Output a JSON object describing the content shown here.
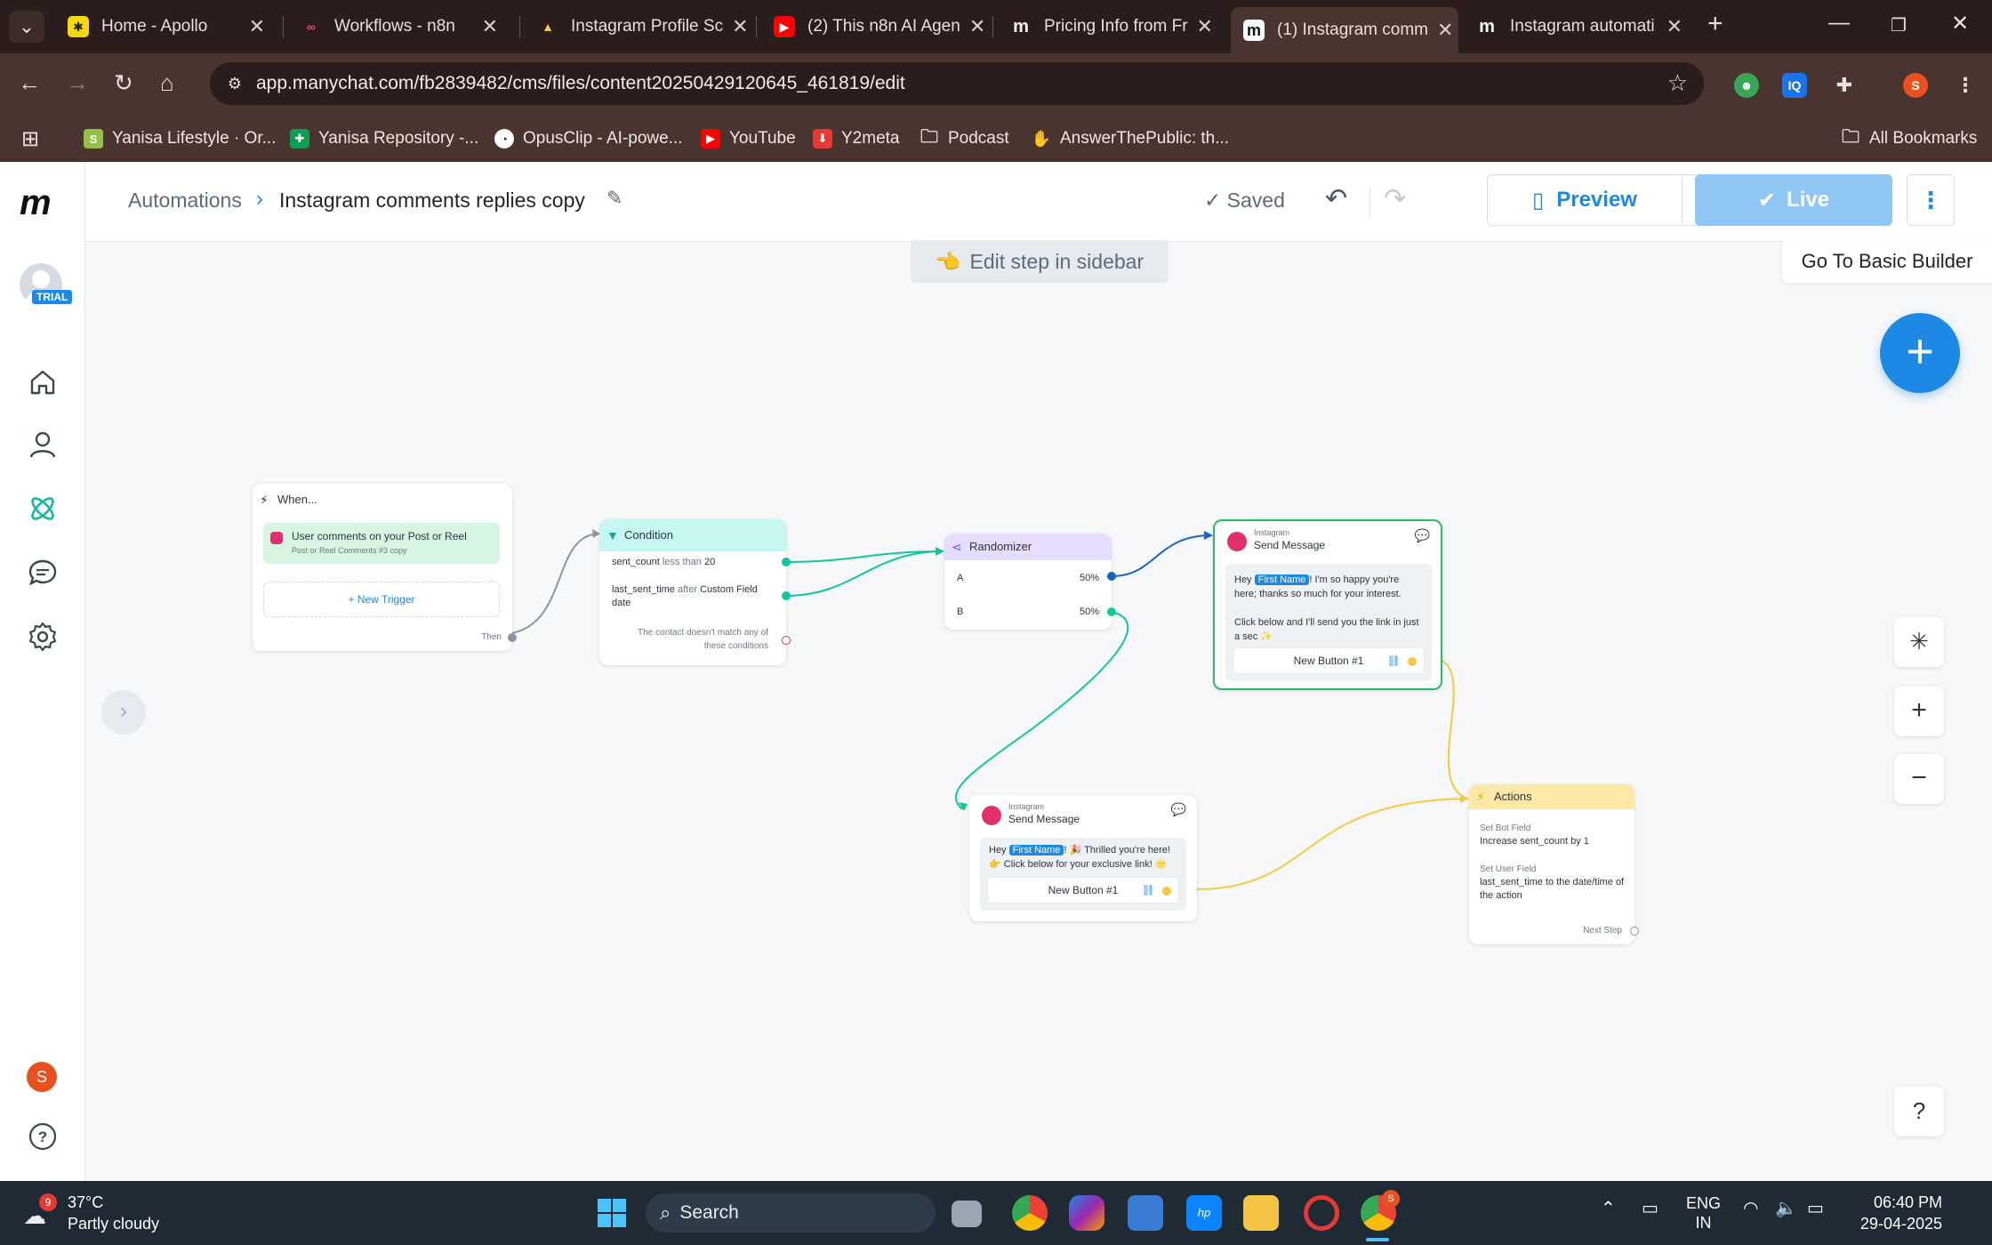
{
  "browser": {
    "tabs": [
      {
        "title": "Home - Apollo",
        "active": false
      },
      {
        "title": "Workflows - n8n",
        "active": false
      },
      {
        "title": "Instagram Profile Sc",
        "active": false
      },
      {
        "title": "(2) This n8n AI Agen",
        "active": false
      },
      {
        "title": "Pricing Info from Fr",
        "active": false
      },
      {
        "title": "(1) Instagram comm",
        "active": true
      },
      {
        "title": "Instagram automati",
        "active": false
      }
    ],
    "url": "app.manychat.com/fb2839482/cms/files/content20250429120645_461819/edit",
    "bookmarks": [
      {
        "label": "Yanisa Lifestyle · Or..."
      },
      {
        "label": "Yanisa Repository -..."
      },
      {
        "label": "OpusClip - AI-powe..."
      },
      {
        "label": "YouTube"
      },
      {
        "label": "Y2meta"
      },
      {
        "label": "Podcast"
      },
      {
        "label": "AnswerThePublic: th..."
      }
    ],
    "all_bookmarks": "All Bookmarks",
    "profile_initial": "S"
  },
  "sidebar": {
    "trial_badge": "TRIAL",
    "user_initial": "S"
  },
  "header": {
    "breadcrumb_root": "Automations",
    "title": "Instagram comments replies copy",
    "saved_label": "Saved",
    "preview_label": "Preview",
    "live_label": "Live"
  },
  "canvas": {
    "edit_hint": "Edit step in sidebar",
    "basic_builder": "Go To Basic Builder"
  },
  "flow": {
    "trigger": {
      "head": "When...",
      "item_title": "User comments on your Post or Reel",
      "item_sub": "Post or Reel Comments #3 copy",
      "new_trigger": "+ New Trigger",
      "then": "Then"
    },
    "condition": {
      "head": "Condition",
      "row1_field": "sent_count",
      "row1_op": "less than",
      "row1_value": "20",
      "row2_field": "last_sent_time",
      "row2_op": "after",
      "row2_value": "Custom Field date",
      "fallback": "The contact doesn't match any of these conditions"
    },
    "randomizer": {
      "head": "Randomizer",
      "a_label": "A",
      "a_pct": "50%",
      "b_label": "B",
      "b_pct": "50%"
    },
    "message_top": {
      "channel": "Instagram",
      "head": "Send Message",
      "text_pre": "Hey",
      "chip": "First Name",
      "text_post": "! I'm so happy you're here; thanks so much for your interest.",
      "text2": "Click below and I'll send you the link in just a sec ✨",
      "button": "New Button #1"
    },
    "message_bottom": {
      "channel": "Instagram",
      "head": "Send Message",
      "text_pre": "Hey",
      "chip": "First Name",
      "text_post": "! 🎉 Thrilled you're here! 👉 Click below for your exclusive link! 🌟",
      "button": "New Button #1"
    },
    "actions": {
      "head": "Actions",
      "a1_label": "Set Bot Field",
      "a1_value": "Increase sent_count by 1",
      "a2_label": "Set User Field",
      "a2_value": "last_sent_time to the date/time of the action",
      "next_step": "Next Step"
    }
  },
  "taskbar": {
    "weather_badge": "9",
    "temperature": "37°C",
    "condition": "Partly cloudy",
    "search_label": "Search",
    "lang_top": "ENG",
    "lang_bottom": "IN",
    "time": "06:40 PM",
    "date": "29-04-2025",
    "chrome_badge": "S"
  },
  "colors": {
    "accent": "#1e88e5",
    "condition_head": "#c6f6f0",
    "randomizer_head": "#e6dcfb",
    "actions_head": "#fde8a8",
    "green_link": "#14c4a0",
    "blue_link": "#1565c0",
    "yellow_link": "#f5c842"
  }
}
